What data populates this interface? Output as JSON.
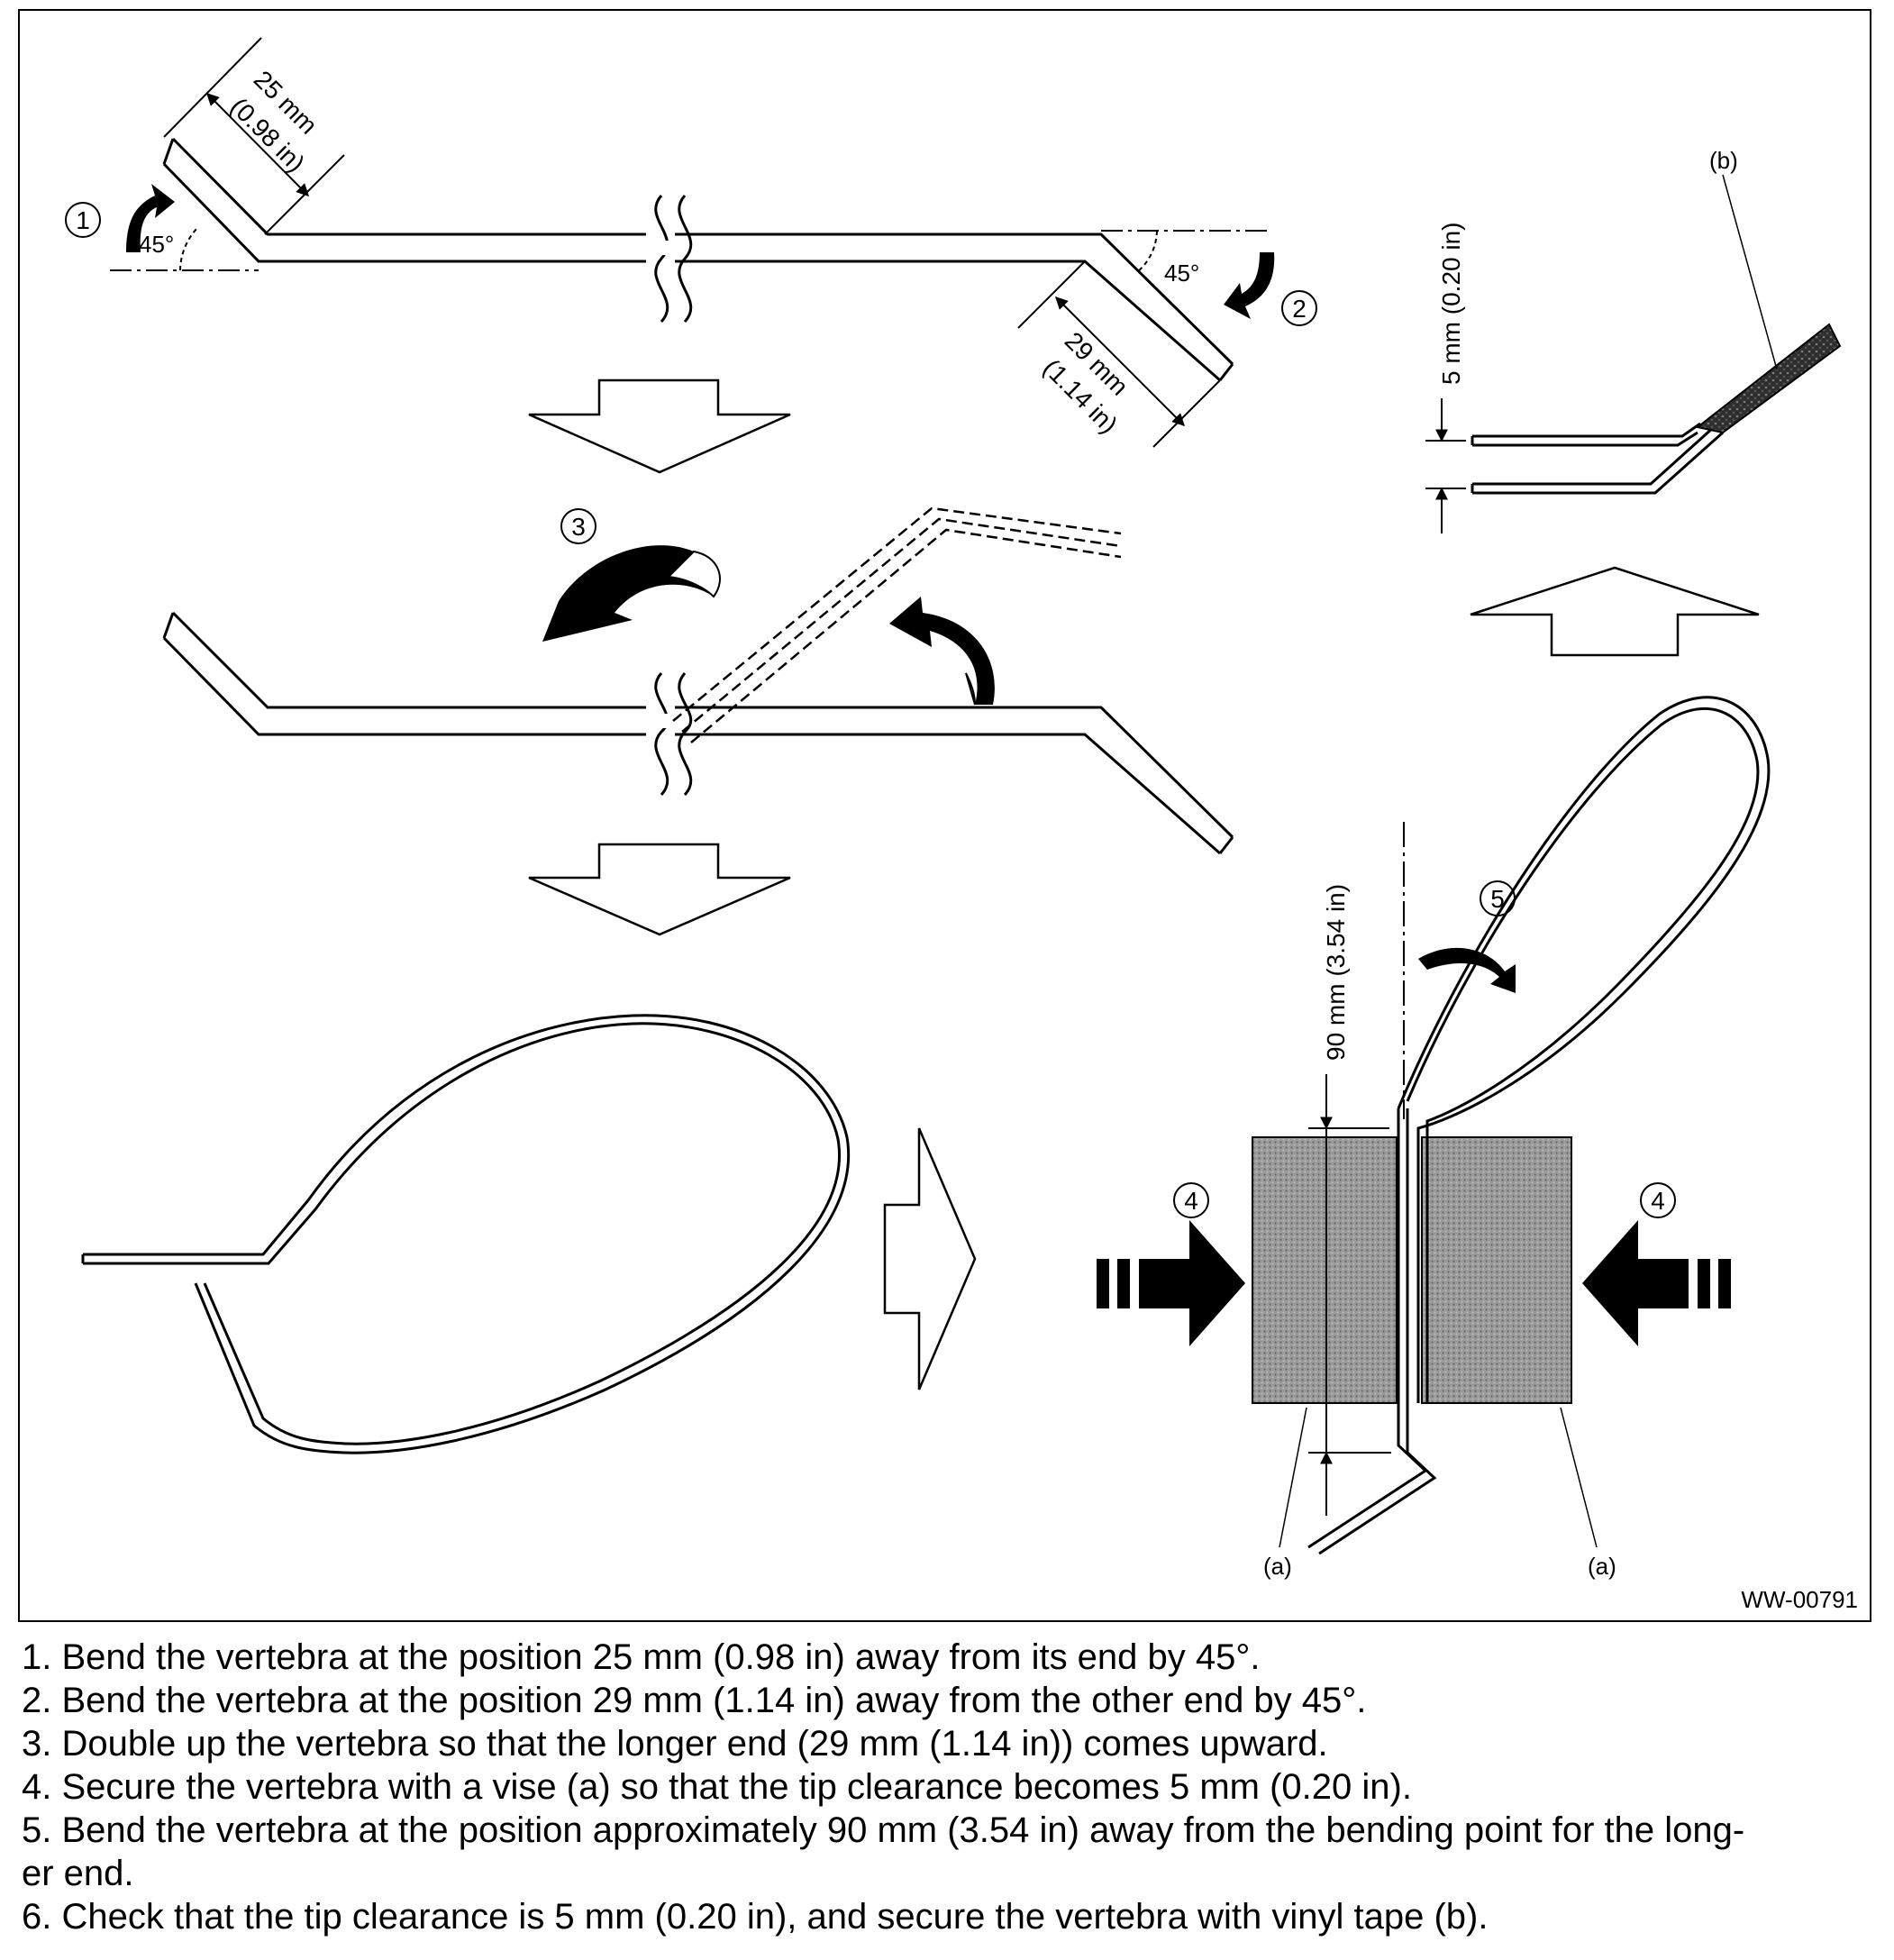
{
  "figure": {
    "id": "WW-00791",
    "dims": {
      "d25_mm": "25 mm",
      "d25_in": "(0.98 in)",
      "d29_mm": "29 mm",
      "d29_in": "(1.14 in)",
      "d5": "5 mm (0.20 in)",
      "d90": "90 mm (3.54 in)",
      "angle": "45°"
    },
    "markers": [
      "①",
      "②",
      "③",
      "④",
      "⑤"
    ],
    "labels": {
      "vise": "(a)",
      "tape": "(b)"
    },
    "colors": {
      "line": "#000000",
      "vise_fill": "#8a8a8a",
      "tape_fill": "#3a3a3a"
    }
  },
  "steps": [
    "1. Bend the vertebra at the position 25 mm (0.98 in) away from its end by 45°.",
    "2. Bend the vertebra at the position 29 mm (1.14 in) away from the other end by 45°.",
    "3. Double up the vertebra so that the longer end (29 mm (1.14 in)) comes upward.",
    "4. Secure the vertebra with a vise (a) so that the tip clearance becomes 5 mm (0.20 in).",
    "5. Bend the vertebra at the position approximately 90 mm (3.54 in) away from the bending point for the long-",
    "er end.",
    "6. Check that the tip clearance is 5 mm (0.20 in), and secure the vertebra with vinyl tape (b)."
  ]
}
